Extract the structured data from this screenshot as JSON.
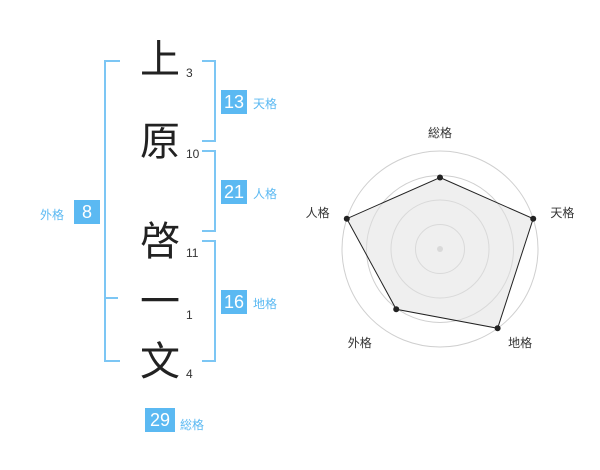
{
  "name_chars": [
    {
      "char": "上",
      "strokes": "3"
    },
    {
      "char": "原",
      "strokes": "10"
    },
    {
      "char": "啓",
      "strokes": "11"
    },
    {
      "char": "一",
      "strokes": "1"
    },
    {
      "char": "文",
      "strokes": "4"
    }
  ],
  "fortunes": {
    "tenkaku": {
      "value": "13",
      "label": "天格"
    },
    "jinkaku": {
      "value": "21",
      "label": "人格"
    },
    "chikaku": {
      "value": "16",
      "label": "地格"
    },
    "gaikaku": {
      "value": "8",
      "label": "外格"
    },
    "soukaku": {
      "value": "29",
      "label": "総格"
    }
  },
  "colors": {
    "accent": "#5bb9f2",
    "bracket": "#7cc6f4"
  },
  "chart_data": {
    "type": "radar",
    "axes": [
      "総格",
      "天格",
      "地格",
      "外格",
      "人格"
    ],
    "values": [
      0.73,
      1.0,
      1.0,
      0.76,
      1.0
    ],
    "rings": 4,
    "grid": true
  }
}
